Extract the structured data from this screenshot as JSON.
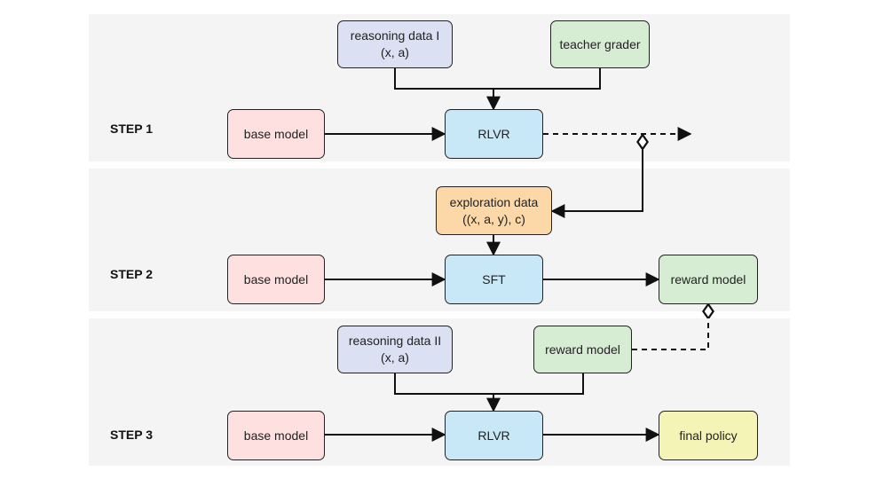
{
  "steps": {
    "step1": "STEP 1",
    "step2": "STEP 2",
    "step3": "STEP 3"
  },
  "step1": {
    "reasoning_data": {
      "line1": "reasoning data I",
      "line2": "(x, a)"
    },
    "teacher_grader": "teacher grader",
    "base_model": "base model",
    "rlvr": "RLVR"
  },
  "step2": {
    "exploration_data": {
      "line1": "exploration data",
      "line2": "((x, a, y), c)"
    },
    "base_model": "base model",
    "sft": "SFT",
    "reward_model": "reward model"
  },
  "step3": {
    "reasoning_data": {
      "line1": "reasoning data II",
      "line2": "(x, a)"
    },
    "reward_model": "reward model",
    "base_model": "base model",
    "rlvr": "RLVR",
    "final_policy": "final policy"
  },
  "colors": {
    "band": "#f4f4f4",
    "base_model": "#fde0df",
    "process": "#c9e8f7",
    "reasoning_data": "#dbe0f3",
    "grader_reward": "#d6ecd3",
    "exploration_data": "#fcd8a8",
    "final_policy": "#f5f4b7"
  }
}
